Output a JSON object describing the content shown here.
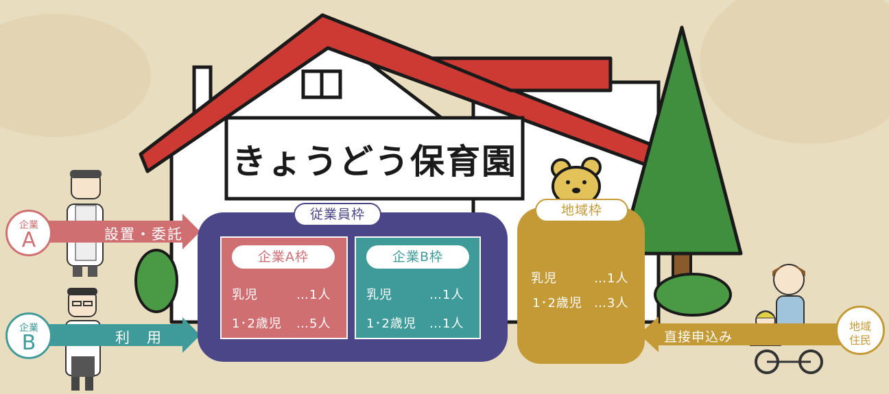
{
  "sign": {
    "text": "きょうどう保育園"
  },
  "employee_frame": {
    "label": "従業員枠",
    "company_a_box": {
      "label": "企業A枠",
      "rows": [
        {
          "name": "乳児",
          "count": "…1人"
        },
        {
          "name": "1･2歳児",
          "count": "…5人"
        }
      ]
    },
    "company_b_box": {
      "label": "企業B枠",
      "rows": [
        {
          "name": "乳児",
          "count": "…1人"
        },
        {
          "name": "1･2歳児",
          "count": "…1人"
        }
      ]
    }
  },
  "community_frame": {
    "label": "地域枠",
    "rows": [
      {
        "name": "乳児",
        "count": "…1人"
      },
      {
        "name": "1･2歳児",
        "count": "…3人"
      }
    ]
  },
  "company_a": {
    "small": "企業",
    "letter": "A",
    "arrow_label": "設置・委託"
  },
  "company_b": {
    "small": "企業",
    "letter": "B",
    "arrow_label": "利　用"
  },
  "residents": {
    "label_line1": "地域",
    "label_line2": "住民",
    "arrow_label": "直接申込み"
  },
  "colors": {
    "background": "#e9ddc0",
    "employee_frame": "#4a4687",
    "company_a": "#cf6f72",
    "company_b": "#3e9b99",
    "community": "#c49a37",
    "roof": "#cc3a33",
    "tree": "#3f8f3e"
  }
}
